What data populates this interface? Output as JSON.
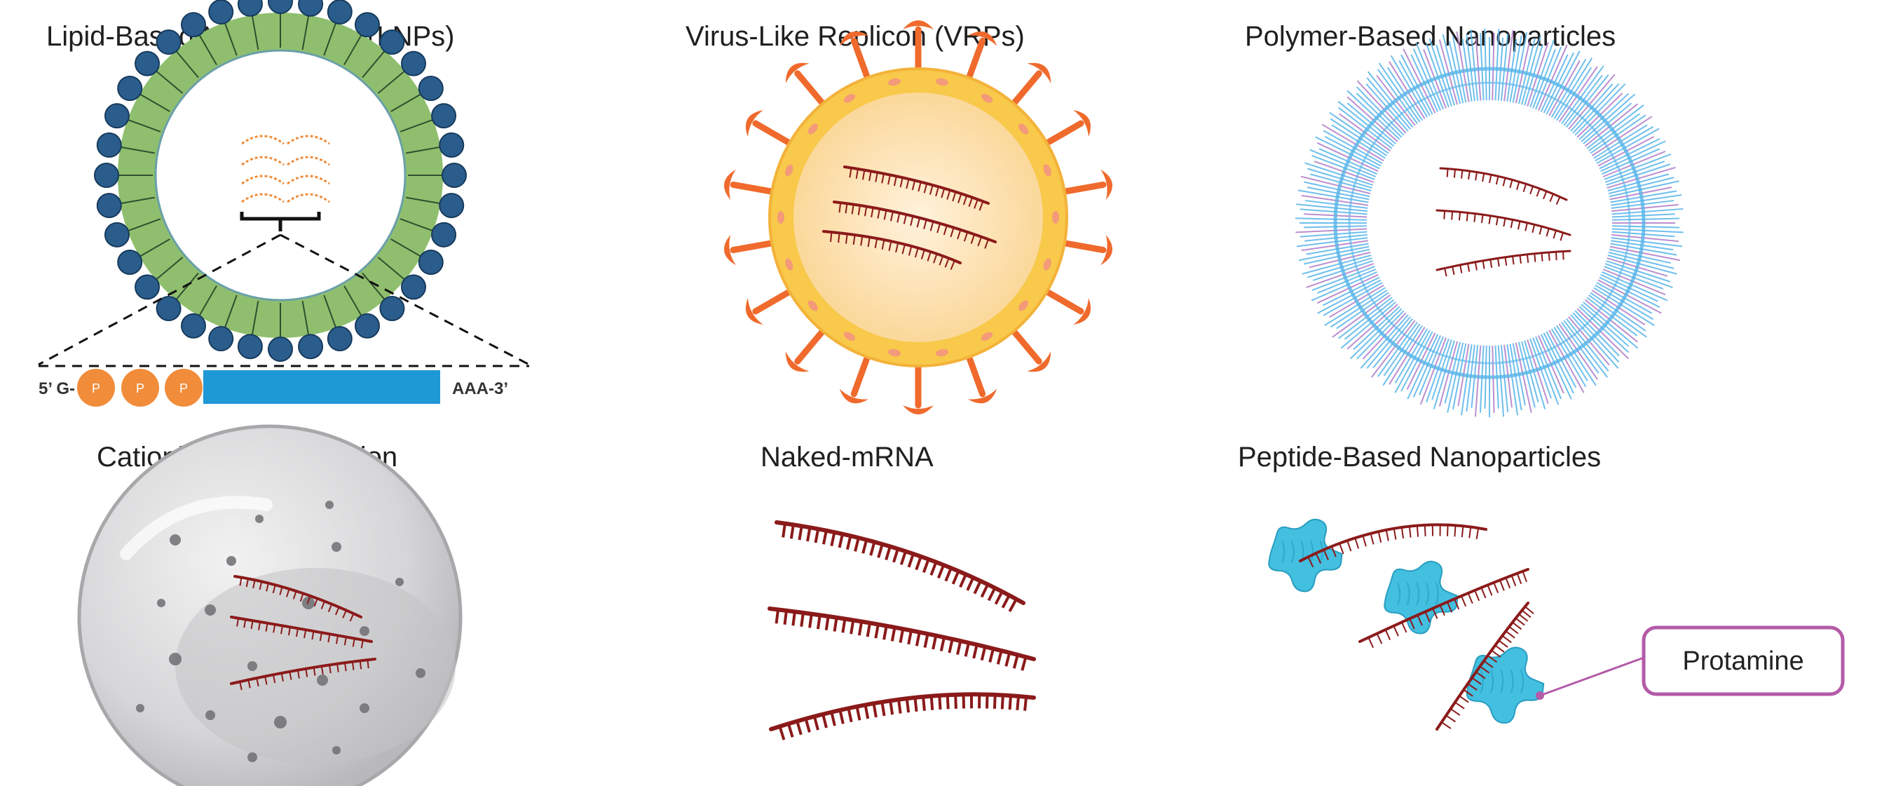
{
  "panels": {
    "lnp": {
      "title": "Lipid-Based Nanoparticle (LNPs)",
      "mrna": {
        "five_prime": "5’ G-",
        "three_prime": "AAA-3’",
        "phosphates": [
          "P",
          "P",
          "P"
        ]
      }
    },
    "vrp": {
      "title": "Virus-Like Replicon (VRPs)"
    },
    "polymer": {
      "title": "Polymer-Based Nanoparticles"
    },
    "cationic": {
      "title": "Cationic Nano-Emulsion"
    },
    "naked": {
      "title": "Naked-mRNA"
    },
    "peptide": {
      "title": "Peptide-Based Nanoparticles",
      "callout": "Protamine"
    }
  },
  "colors": {
    "lipid_head": "#2b5d8c",
    "lipid_tail": "#8fbf6e",
    "mrna_orange": "#f08c3a",
    "mrna_strand": "#8b1a1a",
    "coding_region": "#1f98d6",
    "virus_spike": "#ef6a2c",
    "virus_body": "#f8c94a",
    "virus_core": "#fde9c6",
    "polymer_blue": "#56b4e9",
    "polymer_purple": "#b07cc6",
    "emulsion_grey": "#d4d4d6",
    "peptide_cyan": "#43bfe0",
    "callout_border": "#b45aa8"
  },
  "icons": [
    "lipid-nanoparticle-icon",
    "virus-icon",
    "polymer-nanoparticle-icon",
    "emulsion-droplet-icon",
    "mrna-strand-icon",
    "protamine-protein-icon"
  ]
}
